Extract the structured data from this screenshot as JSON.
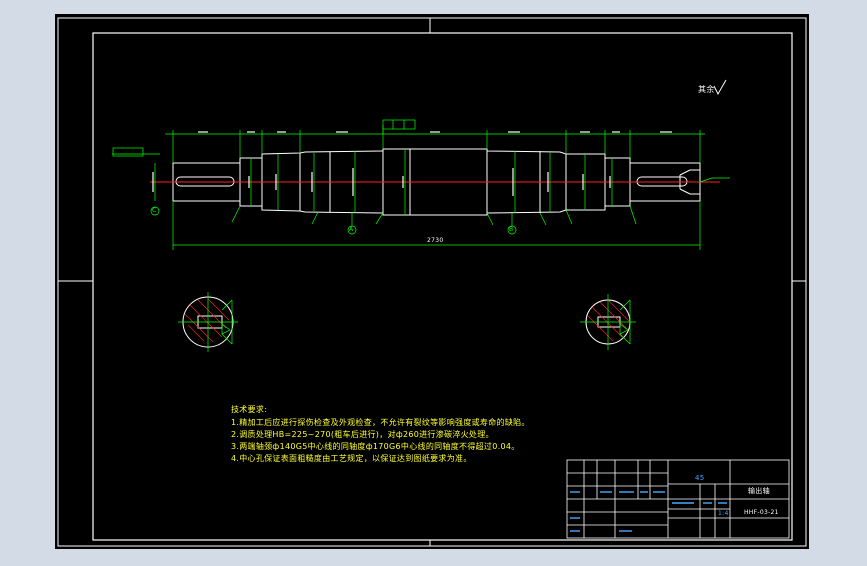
{
  "drawing": {
    "roughness_label": "其余",
    "overall_length": "2730",
    "tech_requirements": {
      "title": "技术要求:",
      "items": [
        "1.精加工后应进行探伤检查及外观检查，不允许有裂纹等影响强度或寿命的缺陷。",
        "2.调质处理HB=225~270(粗车后进行)，对ф260进行渗碳淬火处理。",
        "3.两端轴颈ф140G5中心线的同轴度ф170G6中心线的同轴度不得超过0.04。",
        "4.中心孔保证表面粗糙度由工艺规定，以保证达到图纸要求为准。"
      ]
    },
    "datum_labels": [
      "A",
      "B",
      "C"
    ],
    "title_block": {
      "material": "45",
      "part_name": "输出轴",
      "drawing_no": "HHF-03-21",
      "scale": "1:4"
    }
  },
  "colors": {
    "background": "#000000",
    "frame": "#ffffff",
    "outline": "#ffffff",
    "dimension": "#00ff00",
    "centerline": "#ff2020",
    "text": "#ffff33",
    "titleblock_text": "#4aa8ff",
    "window": "#d3dbe6"
  }
}
